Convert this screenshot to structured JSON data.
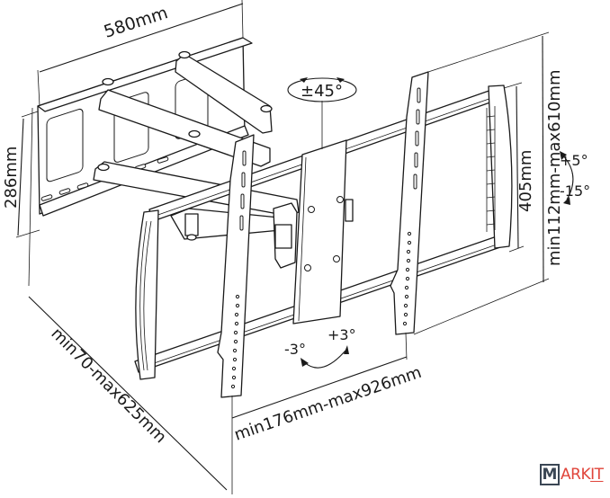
{
  "diagram": {
    "subject": "Full-motion TV wall mount dimension drawing",
    "dimensions": {
      "wall_plate_width": "580mm",
      "wall_plate_height": "286mm",
      "extension_depth": "min70-max625mm",
      "bracket_spacing_horizontal": "min176mm-max926mm",
      "bracket_height": "405mm",
      "vertical_spacing": "min112mm-max610mm"
    },
    "angles": {
      "swivel": "±45°",
      "tilt_up": "+5°",
      "tilt_down": "-15°",
      "level_left": "-3°",
      "level_right": "+3°"
    }
  },
  "logo": {
    "m_letter": "M",
    "ark": "ARK",
    "it": "IT",
    "box_color": "#3a4654",
    "text_color": "#e0443a"
  }
}
